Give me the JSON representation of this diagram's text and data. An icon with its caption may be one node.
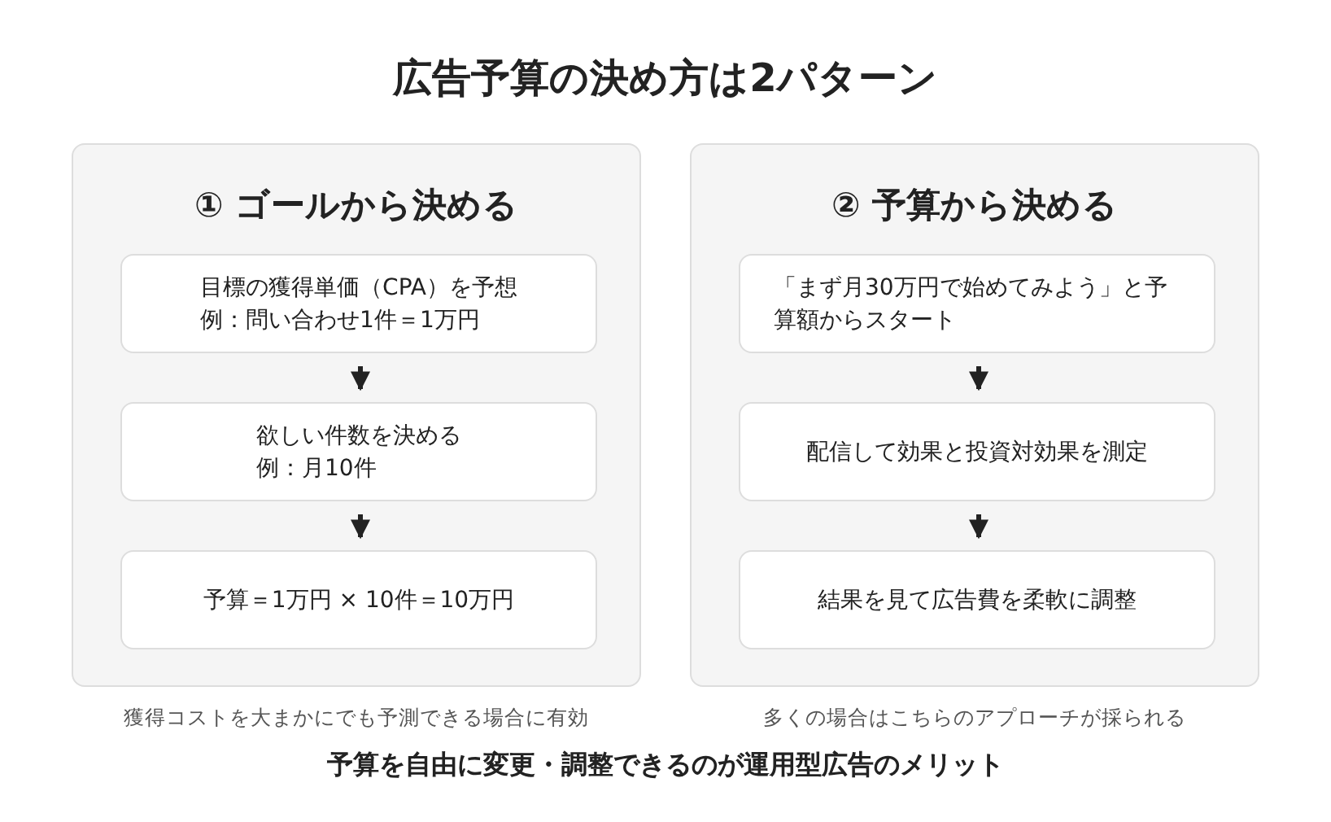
{
  "diagram": {
    "title": "広告予算の決め方は2パターン",
    "nodes": [
      {
        "text": [
          "① ゴールから決める"
        ],
        "beside": [
          "獲得コストを大まかにでも予測できる場合に有効"
        ]
      },
      {
        "text": [
          "目標の獲得単価（CPA）を予想",
          "例：問い合わせ1件＝1万円"
        ],
        "in": 0
      },
      {
        "text": [
          "欲しい件数を決める",
          "例：月10件"
        ],
        "in": 0
      },
      {
        "text": [
          "予算＝1万円 × 10件＝10万円"
        ],
        "in": 0
      },
      {
        "text": [
          "② 予算から決める"
        ],
        "beside": [
          "多くの場合はこちらのアプローチが採られる"
        ]
      },
      {
        "text": [
          "「まず月30万円で始めてみよう」と予算額からスタート"
        ],
        "in": 4
      },
      {
        "text": [
          "配信して効果と投資対効果を測定"
        ],
        "in": 4
      },
      {
        "text": [
          "結果を見て広告費を柔軟に調整"
        ],
        "in": 4
      }
    ],
    "edges": [
      {
        "from": 1,
        "to": 2,
        "arrow": "to"
      },
      {
        "from": 2,
        "to": 3,
        "arrow": "to"
      },
      {
        "from": 5,
        "to": 6,
        "arrow": "to"
      },
      {
        "from": 6,
        "to": 7,
        "arrow": "to"
      }
    ],
    "labels": [
      "予算を自由に変更・調整できるのが運用型広告のメリット"
    ]
  }
}
